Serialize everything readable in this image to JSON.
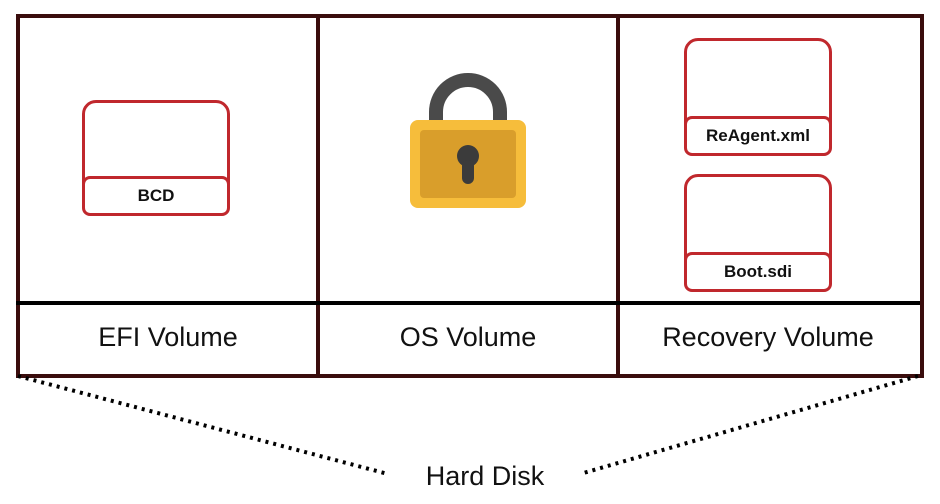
{
  "volumes": [
    {
      "label": "EFI Volume"
    },
    {
      "label": "OS Volume"
    },
    {
      "label": "Recovery Volume"
    }
  ],
  "efi_files": [
    "BCD"
  ],
  "recovery_files": [
    "ReAgent.xml",
    "Boot.sdi"
  ],
  "disk_label": "Hard Disk",
  "icons": {
    "os_volume": "padlock-icon"
  },
  "colors": {
    "outline": "#3a0d0d",
    "file_border": "#c0282d",
    "lock_body": "#f6bd3b",
    "lock_shackle": "#4a4a4a"
  }
}
